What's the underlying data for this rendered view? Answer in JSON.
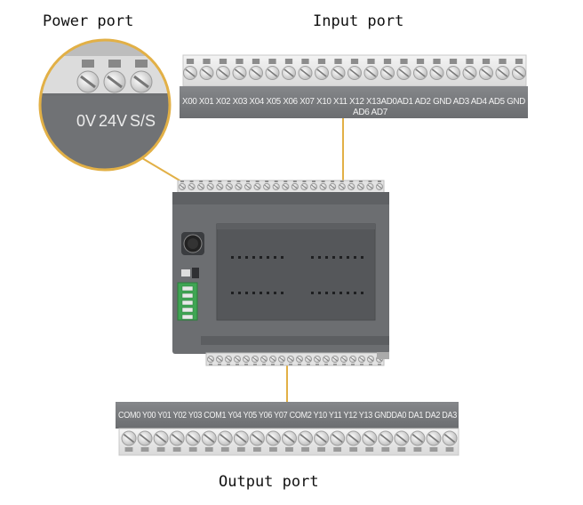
{
  "captions": {
    "power": "Power port",
    "input": "Input port",
    "output": "Output port"
  },
  "power_terminals": [
    "0V",
    "24V",
    "S/S"
  ],
  "input_labels": {
    "line1": "X00 X01 X02 X03 X04 X05 X06 X07  X10 X11 X12 X13AD0AD1 AD2 GND AD3 AD4 AD5 GND",
    "line2": "AD6 AD7"
  },
  "output_labels": {
    "line1": "COM0 Y00 Y01 Y02 Y03 COM1 Y04 Y05 Y06 Y07 COM2 Y10 Y11 Y12 Y13 GNDDA0 DA1 DA2 DA3"
  },
  "colors": {
    "plc_body": "#6c6e71",
    "plc_panel": "#55575a",
    "terminal_block": "#ececec",
    "label_strip": "#77797c",
    "callout_line": "#e2b046",
    "green_connector": "#3fa553"
  },
  "input_terminal_count": 21,
  "output_terminal_count": 21
}
